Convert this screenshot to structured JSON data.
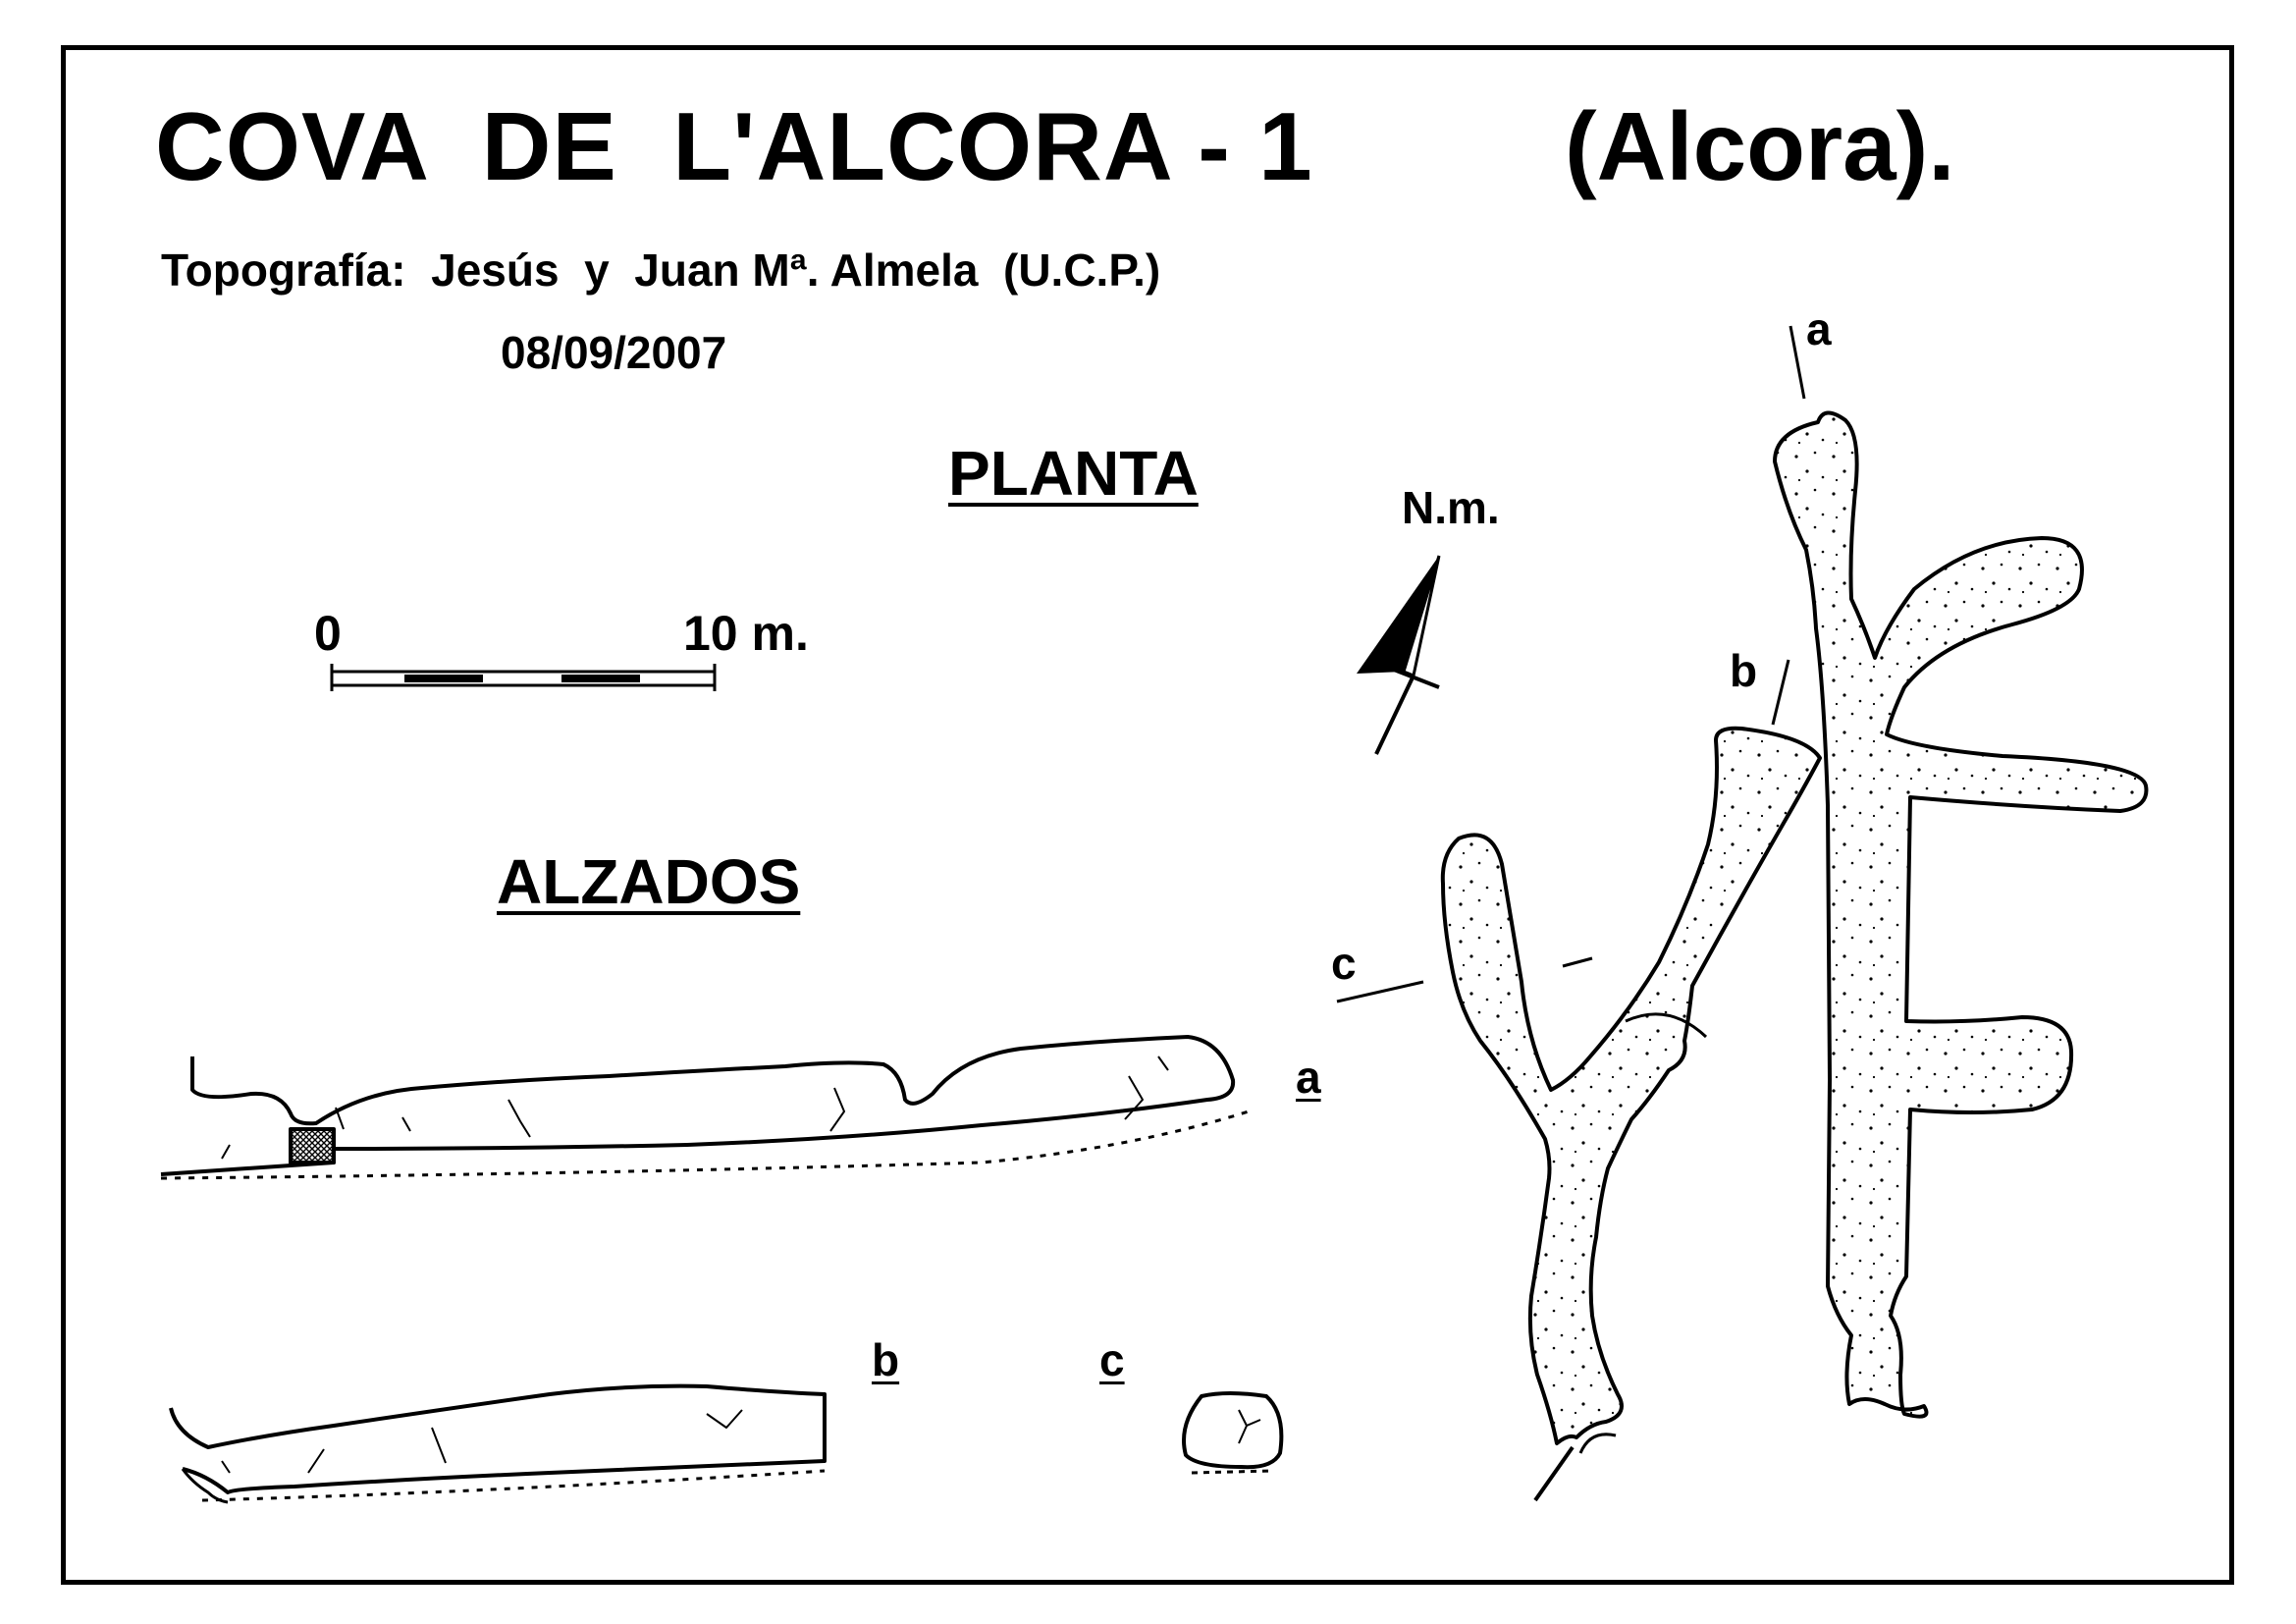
{
  "title": "COVA  DE  L'ALCORA - 1",
  "place": "(Alcora).",
  "credits": "Topografía:  Jesús  y  Juan Mª. Almela  (U.C.P.)",
  "date": "08/09/2007",
  "plan_label": "PLANTA",
  "elevations_label": "ALZADOS",
  "north_label": "N.m.",
  "scale": {
    "start": "0",
    "end": "10 m."
  },
  "sections": {
    "plan": {
      "a": "a",
      "b": "b",
      "c": "c"
    },
    "elevation": {
      "a": "a",
      "b": "b",
      "c": "c"
    }
  },
  "colors": {
    "ink": "#000000",
    "paper": "#ffffff"
  }
}
